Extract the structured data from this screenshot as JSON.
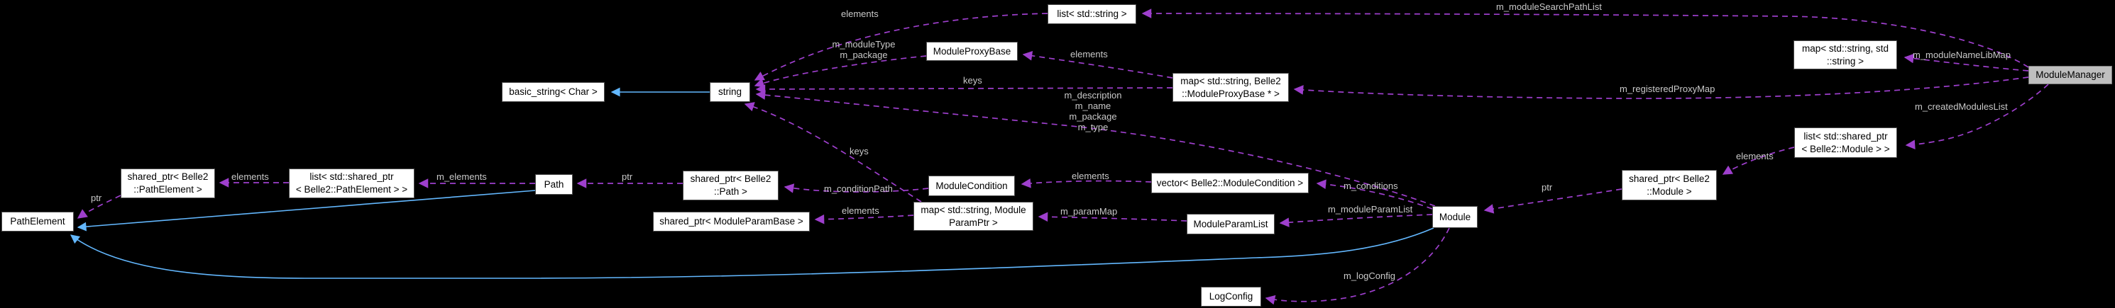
{
  "diagram": {
    "type": "doxygen-collaboration-graph",
    "main_class": "ModuleManager",
    "colors": {
      "background": "#000000",
      "node_fill": "#ffffff",
      "node_border": "#4c4c4c",
      "highlight_node_fill": "#bfbfbf",
      "usage_edge": "#9e3fcd",
      "inheritance_edge": "#63b8ff",
      "edge_label": "#c9c9c9"
    },
    "nodes": {
      "basic_string": {
        "label": "basic_string< Char >"
      },
      "string": {
        "label": "string"
      },
      "list_string": {
        "label": "list< std::string >"
      },
      "module_proxy_base": {
        "label": "ModuleProxyBase"
      },
      "map_proxy": {
        "label": "map< std::string, Belle2\n::ModuleProxyBase * >"
      },
      "map_string_string": {
        "label": "map< std::string, std\n::string >"
      },
      "module_manager": {
        "label": "ModuleManager"
      },
      "shared_ptr_path_element": {
        "label": "shared_ptr< Belle2\n::PathElement >"
      },
      "list_shared_ptr_path_element": {
        "label": "list< std::shared_ptr\n< Belle2::PathElement > >"
      },
      "path": {
        "label": "Path"
      },
      "shared_ptr_path": {
        "label": "shared_ptr< Belle2\n::Path >"
      },
      "module_condition": {
        "label": "ModuleCondition"
      },
      "vector_module_condition": {
        "label": "vector< Belle2::ModuleCondition >"
      },
      "path_element": {
        "label": "PathElement"
      },
      "shared_ptr_module_param_base": {
        "label": "shared_ptr< ModuleParamBase >"
      },
      "map_module_param": {
        "label": "map< std::string, Module\nParamPtr >"
      },
      "module_param_list": {
        "label": "ModuleParamList"
      },
      "module": {
        "label": "Module"
      },
      "shared_ptr_module": {
        "label": "shared_ptr< Belle2\n::Module >"
      },
      "list_shared_ptr_module": {
        "label": "list< std::shared_ptr\n< Belle2::Module > >"
      },
      "log_config": {
        "label": "LogConfig"
      }
    },
    "edge_labels": {
      "elements_top": {
        "text": "elements"
      },
      "m_module_search_path_list": {
        "text": "m_moduleSearchPathList"
      },
      "m_module_type_package": {
        "text": "m_moduleType\nm_package"
      },
      "elements_proxy": {
        "text": "elements"
      },
      "m_module_name_lib_map": {
        "text": "m_moduleNameLibMap"
      },
      "keys_registered": {
        "text": "keys"
      },
      "m_registered_proxy_map": {
        "text": "m_registeredProxyMap"
      },
      "m_description_block": {
        "text": "m_description\nm_name\nm_package\nm_type"
      },
      "m_created_modules_list": {
        "text": "m_createdModulesList"
      },
      "elements_path_element": {
        "text": "elements"
      },
      "m_elements": {
        "text": "m_elements"
      },
      "ptr_path_element": {
        "text": "ptr"
      },
      "ptr_path": {
        "text": "ptr"
      },
      "m_condition_path": {
        "text": "m_conditionPath"
      },
      "keys_param": {
        "text": "keys"
      },
      "elements_condition": {
        "text": "elements"
      },
      "m_conditions": {
        "text": "m_conditions"
      },
      "elements_param_base": {
        "text": "elements"
      },
      "m_param_map": {
        "text": "m_paramMap"
      },
      "m_module_param_list": {
        "text": "m_moduleParamList"
      },
      "ptr_module": {
        "text": "ptr"
      },
      "elements_module": {
        "text": "elements"
      },
      "m_log_config": {
        "text": "m_logConfig"
      }
    }
  }
}
